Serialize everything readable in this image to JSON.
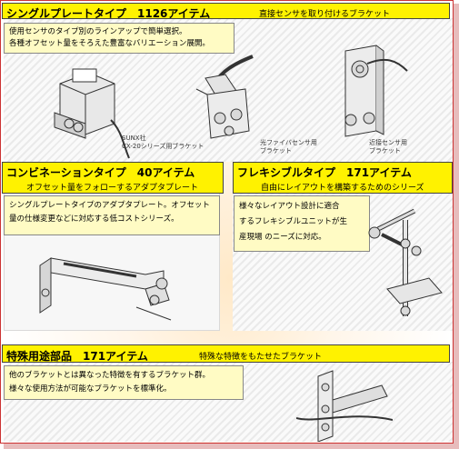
{
  "sections": {
    "single": {
      "title": "シングルプレートタイプ　1126アイテム",
      "subtitle": "直接センサを取り付けるブラケット",
      "desc": [
        "使用センサのタイプ別のラインアップで簡単選択。",
        "各種オフセット量をそろえた豊富なバリエーション展開。"
      ],
      "captions": {
        "sunx": [
          "SUNX社",
          "CX-20シリーズ用ブラケット"
        ],
        "fiber": [
          "光ファイバセンサ用",
          "ブラケット"
        ],
        "proximity": [
          "近接センサ用",
          "ブラケット"
        ]
      }
    },
    "combination": {
      "title": "コンビネーションタイプ　40アイテム",
      "subtitle": "オフセット量をフォローするアダプタプレート",
      "desc": [
        "シングルプレートタイプのアダプタプレート。オフセット",
        "量の仕様変更などに対応する低コストシリーズ。"
      ]
    },
    "flexible": {
      "title": "フレキシブルタイプ　171アイテム",
      "subtitle": "自由にレイアウトを構築するためのシリーズ",
      "desc": [
        "様々なレイアウト設計に適合",
        "するフレキシブルユニットが生",
        "産現場 のニーズに対応。"
      ]
    },
    "special": {
      "title": "特殊用途部品　171アイテム",
      "subtitle": "特殊な特徴をもたせたブラケット",
      "desc": [
        "他のブラケットとは異なった特徴を有するブラケット群。",
        "様々な使用方法が可能なブラケットを標準化。"
      ]
    }
  },
  "colors": {
    "bar": "#fff200",
    "note": "#fffbc4",
    "border": "#cc3333"
  }
}
